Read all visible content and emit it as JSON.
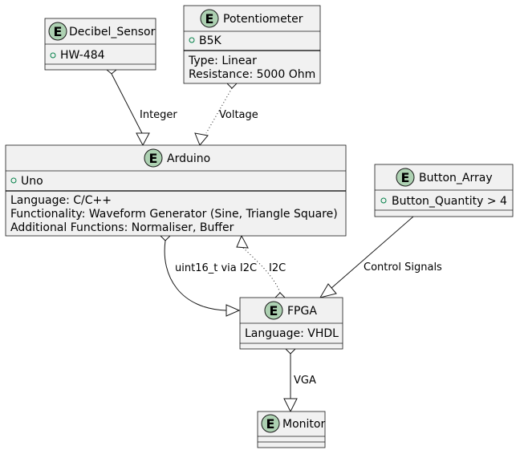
{
  "badge_letter": "E",
  "entities": {
    "decibel_sensor": {
      "name": "Decibel_Sensor",
      "attributes": [
        "HW-484"
      ],
      "details": []
    },
    "potentiometer": {
      "name": "Potentiometer",
      "attributes": [
        "B5K"
      ],
      "details": [
        "Type: Linear",
        "Resistance: 5000 Ohm"
      ]
    },
    "arduino": {
      "name": "Arduino",
      "attributes": [
        "Uno"
      ],
      "details": [
        "Language: C/C++",
        "Functionality: Waveform Generator (Sine, Triangle Square)",
        "Additional Functions: Normaliser, Buffer"
      ]
    },
    "button_array": {
      "name": "Button_Array",
      "attributes": [
        "Button_Quantity > 4"
      ],
      "details": []
    },
    "fpga": {
      "name": "FPGA",
      "attributes": [],
      "details": [
        "Language: VHDL"
      ]
    },
    "monitor": {
      "name": "Monitor",
      "attributes": [],
      "details": []
    }
  },
  "relations": {
    "decibel_to_arduino": "Integer",
    "pot_to_arduino": "Voltage",
    "arduino_to_fpga": "uint16_t via I2C",
    "fpga_to_arduino": "I2C",
    "buttons_to_fpga": "Control Signals",
    "fpga_to_monitor": "VGA"
  },
  "colors": {
    "badge": "#ADD1B2",
    "box_fill": "#F1F1F1",
    "visibility": "#038048"
  }
}
